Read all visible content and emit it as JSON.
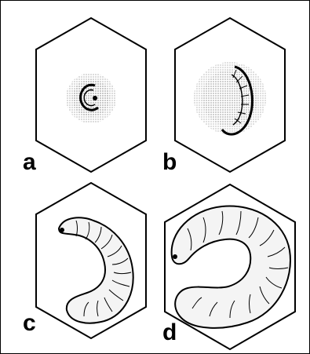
{
  "figure": {
    "panels": [
      {
        "id": "a",
        "label": "a",
        "subject": "small-larva-curled"
      },
      {
        "id": "b",
        "label": "b",
        "subject": "medium-larva-curled"
      },
      {
        "id": "c",
        "label": "c",
        "subject": "large-larva-c-shape"
      },
      {
        "id": "d",
        "label": "d",
        "subject": "mature-larva-filling-cell"
      }
    ],
    "colors": {
      "ink": "#000000",
      "background": "#ffffff",
      "larva_fill": "#f4f4f4"
    }
  }
}
